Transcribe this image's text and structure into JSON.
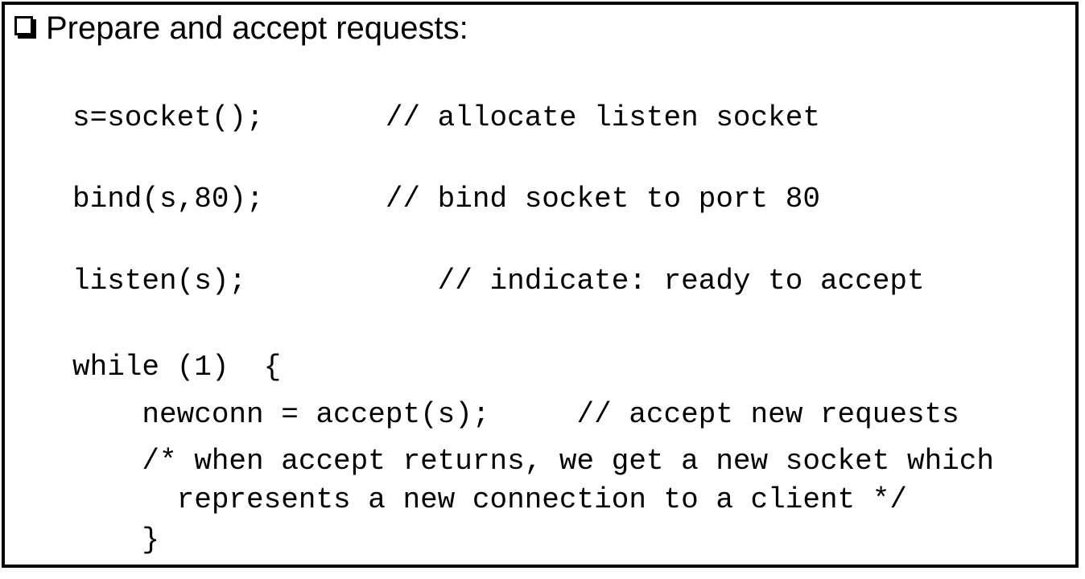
{
  "slide": {
    "title": "Prepare and accept requests:",
    "bullet_icon": "shadowed-square-bullet",
    "colors": {
      "background": "#ffffff",
      "text": "#000000",
      "frame_border": "#000000"
    }
  },
  "code": {
    "lines": [
      "s=socket();       // allocate listen socket",
      "bind(s,80);       // bind socket to port 80",
      "listen(s);           // indicate: ready to accept",
      "while (1)  {",
      "    newconn = accept(s);     // accept new requests",
      "    /* when accept returns, we get a new socket which",
      "      represents a new connection to a client */",
      "    }"
    ]
  }
}
